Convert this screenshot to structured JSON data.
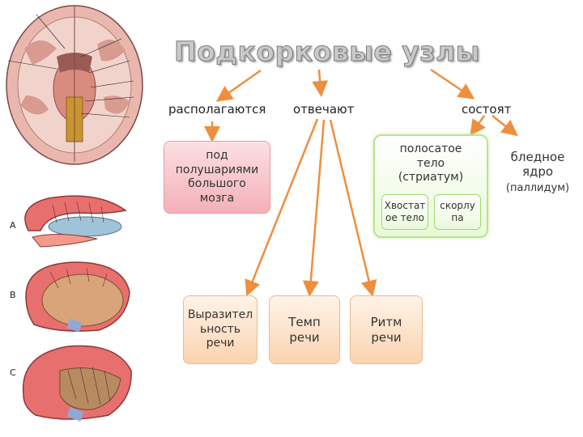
{
  "title": "Подкорковые узлы",
  "labels": {
    "located": "располагаются",
    "responsible": "отвечают",
    "consist": "состоят"
  },
  "boxes": {
    "under_hemispheres": "под полушариями большого мозга",
    "striatum": "полосатое тело (стриатум)",
    "caudate": "Хвостат ое тело",
    "putamen": "скорлу па",
    "pallidum_1": "бледное",
    "pallidum_2": "ядро",
    "pallidum_3": "(паллидум)",
    "expressiveness": "Выразител ьность речи",
    "tempo": "Темп речи",
    "rhythm": "Ритм речи"
  },
  "figure_letters": {
    "a": "A",
    "b": "B",
    "c": "C"
  },
  "colors": {
    "arrow": "#ee8f3e",
    "pink_box": "#f4b0b8",
    "peach_box": "#fbd3b0",
    "green_border": "#b8e48e"
  }
}
